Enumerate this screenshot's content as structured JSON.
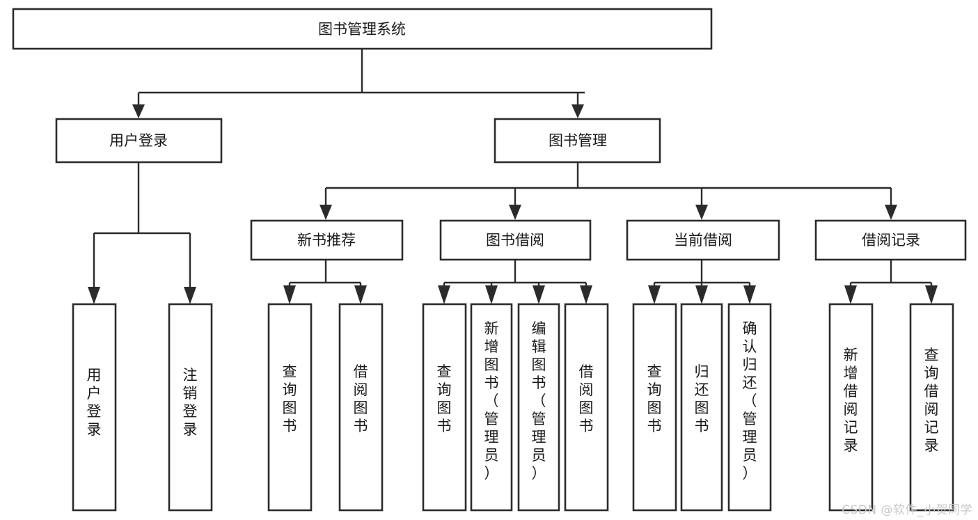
{
  "diagram": {
    "type": "tree",
    "title": "图书管理系统",
    "root": {
      "id": "root",
      "label": "图书管理系统",
      "orientation": "horizontal"
    },
    "level2": [
      {
        "id": "user-login",
        "label": "用户登录",
        "orientation": "horizontal"
      },
      {
        "id": "book-manage",
        "label": "图书管理",
        "orientation": "horizontal"
      }
    ],
    "level3": [
      {
        "id": "new-book-rec",
        "label": "新书推荐",
        "parent": "book-manage",
        "orientation": "horizontal"
      },
      {
        "id": "book-borrow",
        "label": "图书借阅",
        "parent": "book-manage",
        "orientation": "horizontal"
      },
      {
        "id": "current-borrow",
        "label": "当前借阅",
        "parent": "book-manage",
        "orientation": "horizontal"
      },
      {
        "id": "borrow-record",
        "label": "借阅记录",
        "parent": "book-manage",
        "orientation": "horizontal"
      }
    ],
    "leaves": [
      {
        "id": "leaf-user-login",
        "label": "用户登录",
        "parent": "user-login",
        "orientation": "vertical"
      },
      {
        "id": "leaf-user-logout",
        "label": "注销登录",
        "parent": "user-login",
        "orientation": "vertical"
      },
      {
        "id": "leaf-query-book-rec",
        "label": "查询图书",
        "parent": "new-book-rec",
        "orientation": "vertical"
      },
      {
        "id": "leaf-borrow-book-rec",
        "label": "借阅图书",
        "parent": "new-book-rec",
        "orientation": "vertical"
      },
      {
        "id": "leaf-query-book-borrow",
        "label": "查询图书",
        "parent": "book-borrow",
        "orientation": "vertical"
      },
      {
        "id": "leaf-add-book",
        "label": "新增图书（管理员）",
        "parent": "book-borrow",
        "orientation": "vertical"
      },
      {
        "id": "leaf-edit-book",
        "label": "编辑图书（管理员）",
        "parent": "book-borrow",
        "orientation": "vertical"
      },
      {
        "id": "leaf-borrow-book",
        "label": "借阅图书",
        "parent": "book-borrow",
        "orientation": "vertical"
      },
      {
        "id": "leaf-query-book-current",
        "label": "查询图书",
        "parent": "current-borrow",
        "orientation": "vertical"
      },
      {
        "id": "leaf-return-book",
        "label": "归还图书",
        "parent": "current-borrow",
        "orientation": "vertical"
      },
      {
        "id": "leaf-confirm-return",
        "label": "确认归还（管理员）",
        "parent": "current-borrow",
        "orientation": "vertical"
      },
      {
        "id": "leaf-add-record",
        "label": "新增借阅记录",
        "parent": "borrow-record",
        "orientation": "vertical"
      },
      {
        "id": "leaf-query-record",
        "label": "查询借阅记录",
        "parent": "borrow-record",
        "orientation": "vertical"
      }
    ]
  },
  "colors": {
    "box_stroke": "#2b2b2b",
    "box_fill": "#ffffff",
    "text": "#1a1a1a",
    "connector": "#2b2b2b",
    "background": "#ffffff",
    "watermark": "#c8c8c8"
  },
  "watermark": {
    "text": "CSDN @软件_小贺同学"
  }
}
